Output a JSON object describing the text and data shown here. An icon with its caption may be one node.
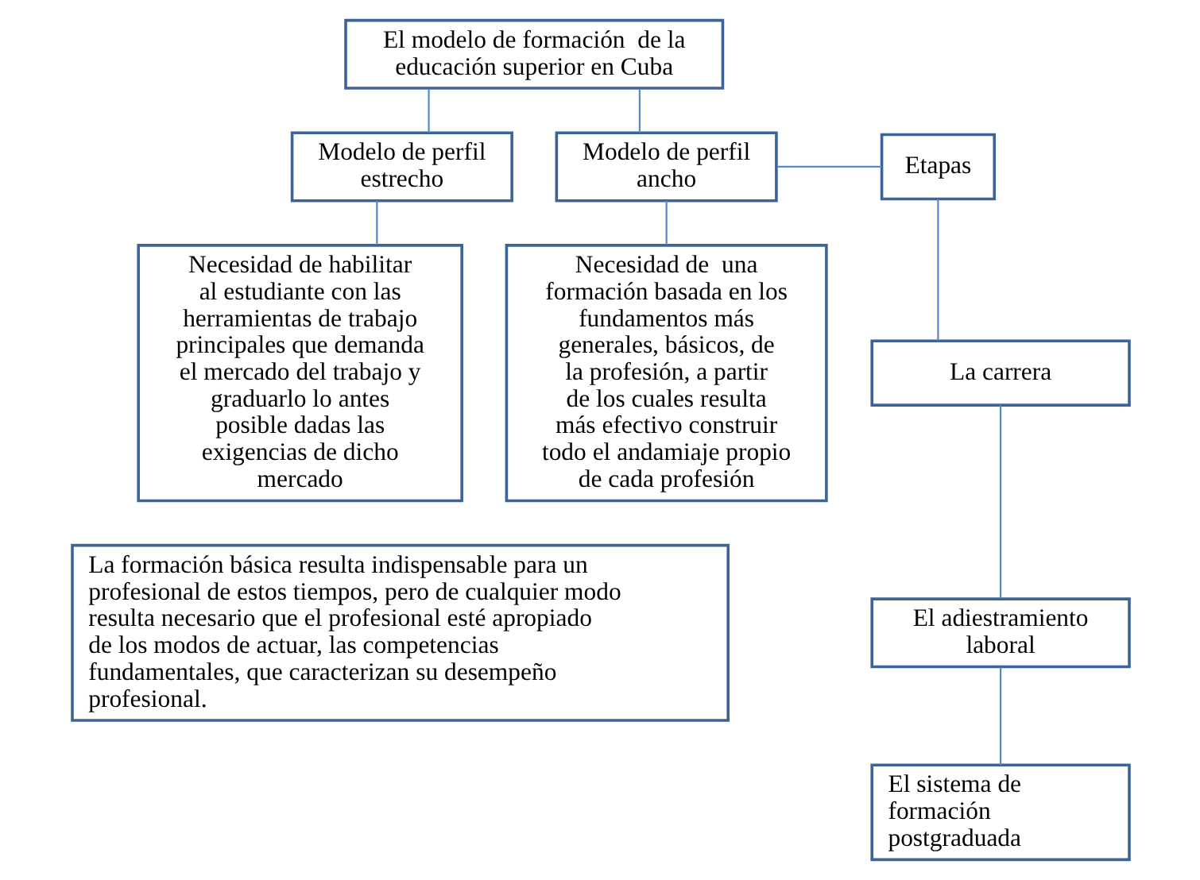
{
  "diagram": {
    "nodes": [
      {
        "text": [
          "El modelo de formación  de la educación superior en Cuba"
        ]
      },
      {
        "text": [
          "Modelo de perfil estrecho"
        ]
      },
      {
        "text": [
          "Modelo de perfil ancho"
        ]
      },
      {
        "text": [
          "Etapas"
        ]
      },
      {
        "text": [
          "Necesidad de habilitar al estudiante con las herramientas de trabajo principales que demanda el mercado del trabajo y graduarlo lo antes posible dadas las exigencias de dicho mercado"
        ]
      },
      {
        "text": [
          "Necesidad de  una formación basada en los fundamentos más generales, básicos, de la profesión, a partir de los cuales resulta más efectivo construir todo el andamiaje propio de cada profesión"
        ]
      },
      {
        "text": [
          "La carrera"
        ]
      },
      {
        "text": [
          "El adiestramiento laboral"
        ]
      },
      {
        "text": [
          "El sistema de formación postgraduada"
        ]
      },
      {
        "text": [
          "La formación básica resulta indispensable para un profesional de estos tiempos, pero de cualquier modo resulta necesario que el profesional esté apropiado de los modos de actuar, las competencias fundamentales, que caracterizan su desempeño profesional."
        ]
      }
    ],
    "edges": [
      {
        "from": 0,
        "to": 1,
        "arrow": "none"
      },
      {
        "from": 0,
        "to": 2,
        "arrow": "none"
      },
      {
        "from": 2,
        "to": 3,
        "arrow": "none"
      },
      {
        "from": 3,
        "to": 6,
        "arrow": "none"
      },
      {
        "from": 1,
        "to": 4,
        "arrow": "none"
      },
      {
        "from": 2,
        "to": 5,
        "arrow": "none"
      },
      {
        "from": 6,
        "to": 7,
        "arrow": "none"
      },
      {
        "from": 7,
        "to": 8,
        "arrow": "none"
      }
    ]
  }
}
